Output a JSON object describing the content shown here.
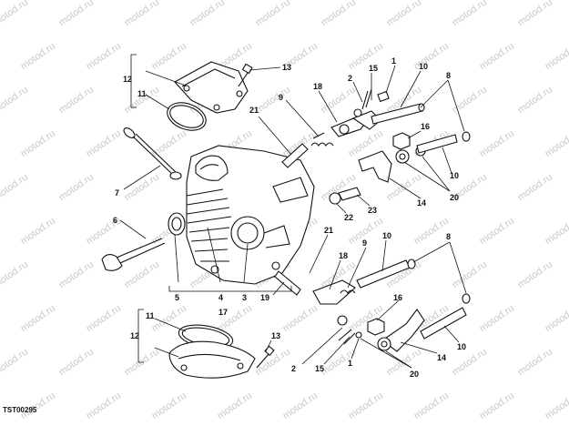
{
  "watermark": "motod.ru",
  "reference_code": "TST00295",
  "callouts": {
    "c1a": "1",
    "c1b": "1",
    "c2a": "2",
    "c2b": "2",
    "c3": "3",
    "c4": "4",
    "c5": "5",
    "c6": "6",
    "c7": "7",
    "c8a": "8",
    "c8b": "8",
    "c9a": "9",
    "c9b": "9",
    "c10a": "10",
    "c10b": "10",
    "c10c": "10",
    "c10d": "10",
    "c11a": "11",
    "c11b": "11",
    "c12a": "12",
    "c12b": "12",
    "c13a": "13",
    "c13b": "13",
    "c14a": "14",
    "c14b": "14",
    "c15a": "15",
    "c15b": "15",
    "c16a": "16",
    "c16b": "16",
    "c17": "17",
    "c18a": "18",
    "c18b": "18",
    "c19": "19",
    "c20a": "20",
    "c20b": "20",
    "c21a": "21",
    "c21b": "21",
    "c22": "22",
    "c23": "23"
  }
}
